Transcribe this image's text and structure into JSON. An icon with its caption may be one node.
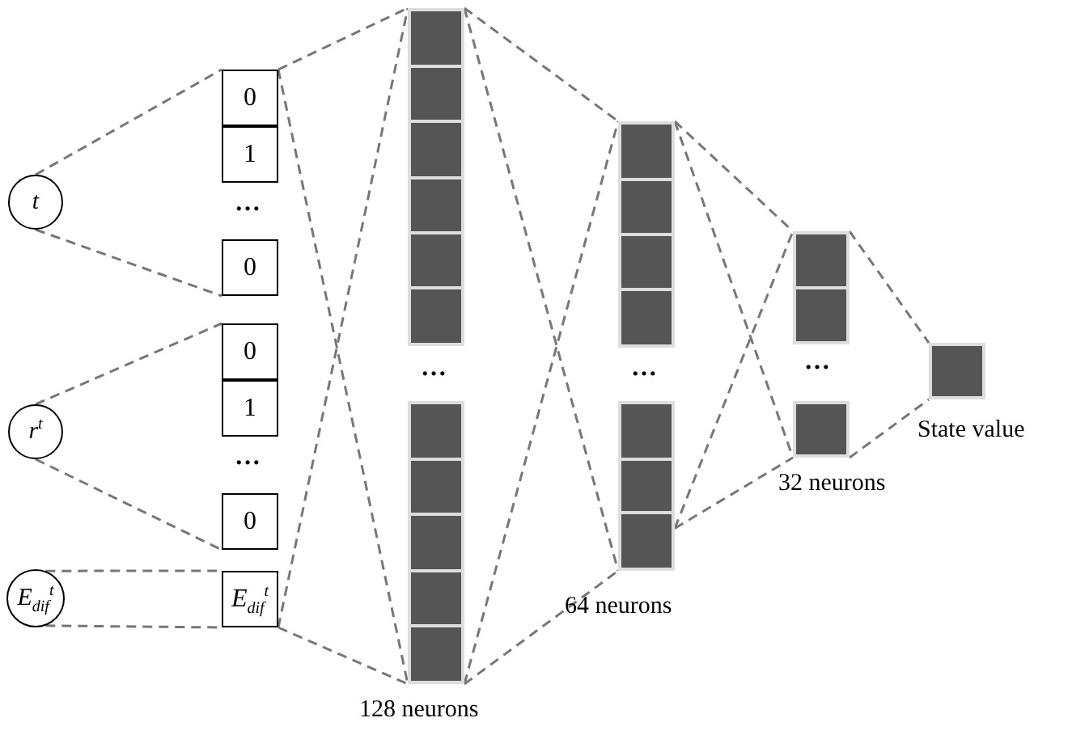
{
  "diagram": {
    "nodes": [
      {
        "text": [
          "t"
        ]
      },
      {
        "text": [
          "r$^{t}$"
        ]
      },
      {
        "text": [
          "E$_{dif}$$^{t}$"
        ]
      },
      {
        "text": [
          "0"
        ]
      },
      {
        "text": [
          "1"
        ]
      },
      {
        "text": [
          "0"
        ]
      },
      {
        "text": [
          "0"
        ]
      },
      {
        "text": [
          "1"
        ]
      },
      {
        "text": [
          "0"
        ]
      },
      {
        "text": [
          "E$_{dif}$$^{t}$"
        ]
      },
      {
        "text": [],
        "shape": "bar"
      },
      {
        "text": [],
        "shape": "bar",
        "beside": [
          "128 neurons"
        ]
      },
      {
        "text": [],
        "shape": "bar"
      },
      {
        "text": [],
        "shape": "bar",
        "beside": [
          "64 neurons"
        ]
      },
      {
        "text": [],
        "shape": "bar"
      },
      {
        "text": [],
        "shape": "bar",
        "beside": [
          "32 neurons"
        ]
      },
      {
        "text": [],
        "shape": "box",
        "beside": [
          "State value"
        ]
      }
    ],
    "edges": [
      {
        "from": 0,
        "to": 3,
        "arrow": "none",
        "style": "dashed"
      },
      {
        "from": 0,
        "to": 5,
        "arrow": "none",
        "style": "dashed"
      },
      {
        "from": 1,
        "to": 6,
        "arrow": "none",
        "style": "dashed"
      },
      {
        "from": 1,
        "to": 8,
        "arrow": "none",
        "style": "dashed"
      },
      {
        "from": 2,
        "to": 9,
        "arrow": "none",
        "style": "dashed"
      },
      {
        "from": 2,
        "to": 9,
        "arrow": "none",
        "style": "dashed"
      },
      {
        "from": 3,
        "to": 10,
        "arrow": "none",
        "style": "dashed"
      },
      {
        "from": 3,
        "to": 11,
        "arrow": "none",
        "style": "dashed"
      },
      {
        "from": 9,
        "to": 10,
        "arrow": "none",
        "style": "dashed"
      },
      {
        "from": 9,
        "to": 11,
        "arrow": "none",
        "style": "dashed"
      },
      {
        "from": 10,
        "to": 12,
        "arrow": "none",
        "style": "dashed"
      },
      {
        "from": 10,
        "to": 13,
        "arrow": "none",
        "style": "dashed"
      },
      {
        "from": 11,
        "to": 12,
        "arrow": "none",
        "style": "dashed"
      },
      {
        "from": 11,
        "to": 13,
        "arrow": "none",
        "style": "dashed"
      },
      {
        "from": 12,
        "to": 14,
        "arrow": "none",
        "style": "dashed"
      },
      {
        "from": 12,
        "to": 15,
        "arrow": "none",
        "style": "dashed"
      },
      {
        "from": 13,
        "to": 14,
        "arrow": "none",
        "style": "dashed"
      },
      {
        "from": 13,
        "to": 15,
        "arrow": "none",
        "style": "dashed"
      },
      {
        "from": 14,
        "to": 16,
        "arrow": "none",
        "style": "dashed"
      },
      {
        "from": 15,
        "to": 16,
        "arrow": "none",
        "style": "dashed"
      }
    ],
    "labels": [
      "…",
      "…",
      "…",
      "…",
      "…"
    ]
  }
}
